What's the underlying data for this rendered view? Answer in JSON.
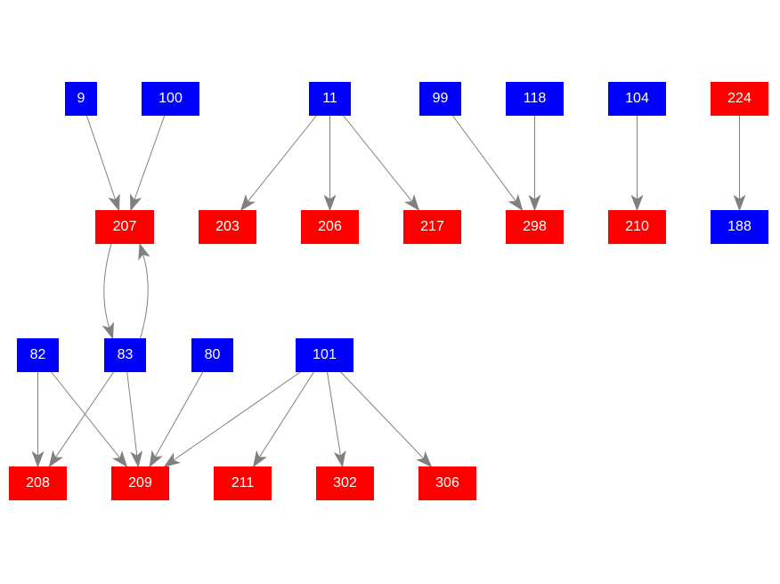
{
  "colors": {
    "blue": "#0000ff",
    "red": "#ff0000",
    "edge": "#808080"
  },
  "nodes": [
    {
      "id": "9",
      "label": "9",
      "color": "blue"
    },
    {
      "id": "100",
      "label": "100",
      "color": "blue"
    },
    {
      "id": "11",
      "label": "11",
      "color": "blue"
    },
    {
      "id": "99",
      "label": "99",
      "color": "blue"
    },
    {
      "id": "118",
      "label": "118",
      "color": "blue"
    },
    {
      "id": "104",
      "label": "104",
      "color": "blue"
    },
    {
      "id": "224",
      "label": "224",
      "color": "red"
    },
    {
      "id": "207",
      "label": "207",
      "color": "red"
    },
    {
      "id": "203",
      "label": "203",
      "color": "red"
    },
    {
      "id": "206",
      "label": "206",
      "color": "red"
    },
    {
      "id": "217",
      "label": "217",
      "color": "red"
    },
    {
      "id": "298",
      "label": "298",
      "color": "red"
    },
    {
      "id": "210",
      "label": "210",
      "color": "red"
    },
    {
      "id": "188",
      "label": "188",
      "color": "blue"
    },
    {
      "id": "82",
      "label": "82",
      "color": "blue"
    },
    {
      "id": "83",
      "label": "83",
      "color": "blue"
    },
    {
      "id": "80",
      "label": "80",
      "color": "blue"
    },
    {
      "id": "101",
      "label": "101",
      "color": "blue"
    },
    {
      "id": "208",
      "label": "208",
      "color": "red"
    },
    {
      "id": "209",
      "label": "209",
      "color": "red"
    },
    {
      "id": "211",
      "label": "211",
      "color": "red"
    },
    {
      "id": "302",
      "label": "302",
      "color": "red"
    },
    {
      "id": "306",
      "label": "306",
      "color": "red"
    }
  ],
  "edges": [
    {
      "from": "9",
      "to": "207"
    },
    {
      "from": "100",
      "to": "207"
    },
    {
      "from": "11",
      "to": "203"
    },
    {
      "from": "11",
      "to": "206"
    },
    {
      "from": "11",
      "to": "217"
    },
    {
      "from": "99",
      "to": "298"
    },
    {
      "from": "118",
      "to": "298"
    },
    {
      "from": "104",
      "to": "210"
    },
    {
      "from": "224",
      "to": "188"
    },
    {
      "from": "207",
      "to": "83"
    },
    {
      "from": "83",
      "to": "207"
    },
    {
      "from": "82",
      "to": "208"
    },
    {
      "from": "82",
      "to": "209"
    },
    {
      "from": "83",
      "to": "208"
    },
    {
      "from": "83",
      "to": "209"
    },
    {
      "from": "80",
      "to": "209"
    },
    {
      "from": "101",
      "to": "209"
    },
    {
      "from": "101",
      "to": "211"
    },
    {
      "from": "101",
      "to": "302"
    },
    {
      "from": "101",
      "to": "306"
    }
  ]
}
